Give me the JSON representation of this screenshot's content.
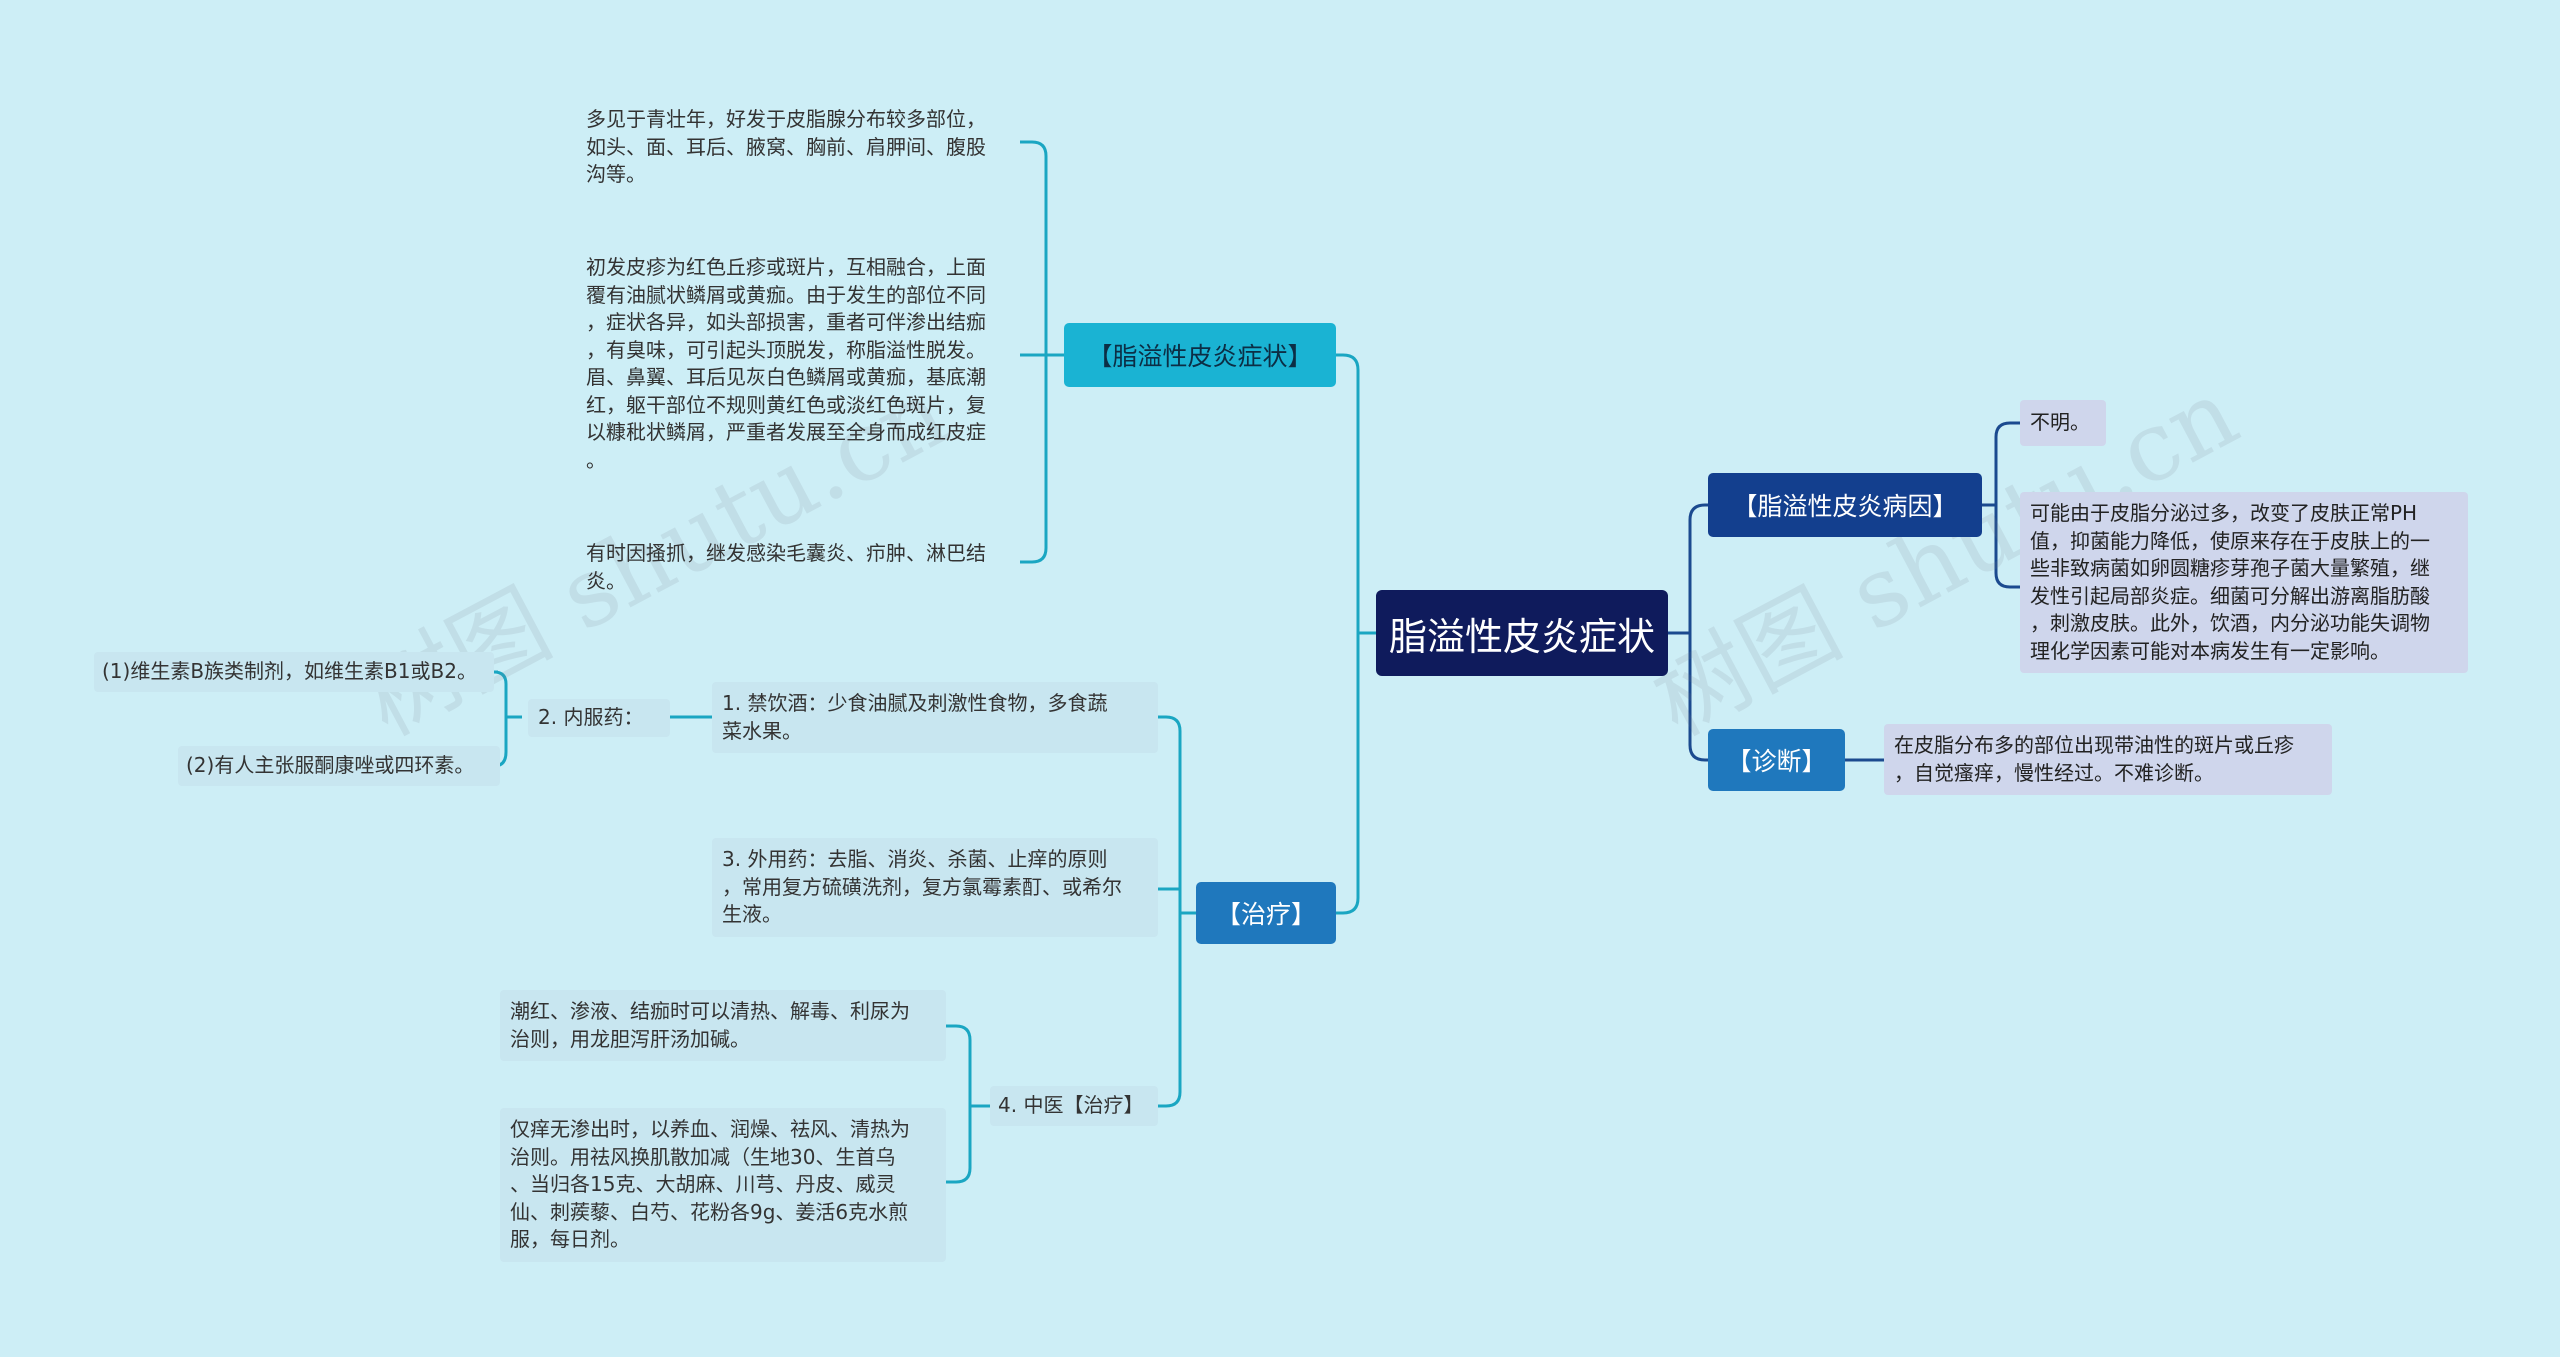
{
  "root": {
    "label": "脂溢性皮炎症状"
  },
  "symptoms": {
    "label": "【脂溢性皮炎症状】",
    "items": [
      "多见于青壮年，好发于皮脂腺分布较多部位，\n如头、面、耳后、腋窝、胸前、肩胛间、腹股\n沟等。",
      "初发皮疹为红色丘疹或斑片，互相融合，上面\n覆有油腻状鳞屑或黄痂。由于发生的部位不同\n，症状各异，如头部损害，重者可伴渗出结痂\n，有臭味，可引起头顶脱发，称脂溢性脱发。\n眉、鼻翼、耳后见灰白色鳞屑或黄痂，基底潮\n红，躯干部位不规则黄红色或淡红色斑片，复\n以糠秕状鳞屑，严重者发展至全身而成红皮症\n。",
      "有时因搔抓，继发感染毛囊炎、疖肿、淋巴结\n炎。"
    ]
  },
  "treatment": {
    "label": "【治疗】",
    "diet": "1. 禁饮酒：少食油腻及刺激性食物，多食蔬\n菜水果。",
    "internal": {
      "label": "2. 内服药：",
      "items": [
        "(1)维生素B族类制剂，如维生素B1或B2。",
        "(2)有人主张服酮康唑或四环素。"
      ]
    },
    "external": "3. 外用药：去脂、消炎、杀菌、止痒的原则\n，常用复方硫磺洗剂，复方氯霉素酊、或希尔\n生液。",
    "tcm": {
      "label": "4. 中医【治疗】",
      "items": [
        "潮红、渗液、结痂时可以清热、解毒、利尿为\n治则，用龙胆泻肝汤加碱。",
        "仅痒无渗出时，以养血、润燥、祛风、清热为\n治则。用祛风换肌散加减（生地30、生首乌\n、当归各15克、大胡麻、川芎、丹皮、威灵\n仙、刺蒺藜、白芍、花粉各9g、姜活6克水煎\n服，每日剂。"
      ]
    }
  },
  "cause": {
    "label": "【脂溢性皮炎病因】",
    "items": [
      "不明。",
      "可能由于皮脂分泌过多，改变了皮肤正常PH\n值，抑菌能力降低，使原来存在于皮肤上的一\n些非致病菌如卵圆糖疹芽孢子菌大量繁殖，继\n发性引起局部炎症。细菌可分解出游离脂肪酸\n，刺激皮肤。此外，饮酒，内分泌功能失调物\n理化学因素可能对本病发生有一定影响。"
    ]
  },
  "diagnosis": {
    "label": "【诊断】",
    "text": "在皮脂分布多的部位出现带油性的斑片或丘疹\n，自觉瘙痒，慢性经过。不难诊断。"
  },
  "watermark": {
    "text": "树图 shutu.cn"
  },
  "colors": {
    "background": "#cdeef6",
    "root": "#0f1b5c",
    "cyan_branch": "#1ab3d3",
    "blue_branch": "#1f78bd",
    "navy_branch": "#133f8e",
    "left_connector": "#1aa6c2",
    "right_connector": "#1b4a8f"
  }
}
